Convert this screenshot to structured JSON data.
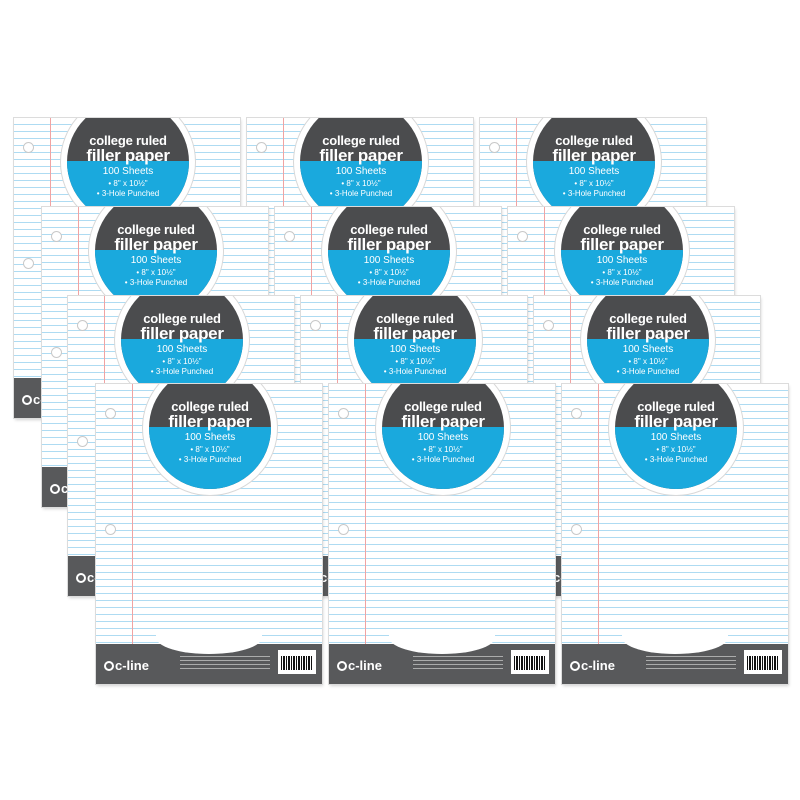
{
  "product": {
    "line1": "college ruled",
    "line2": "filler paper",
    "sheets": "100 Sheets",
    "size": "• 8\" x 10½\"",
    "holes": "• 3-Hole Punched",
    "brand": "c-line"
  },
  "colors": {
    "seal_dark": "#4b4c4e",
    "seal_blue": "#1aa9dd",
    "footer": "#58595b",
    "rule_blue": "#aedbf2",
    "margin_red": "#f0a3a3"
  },
  "pack_count": 12
}
